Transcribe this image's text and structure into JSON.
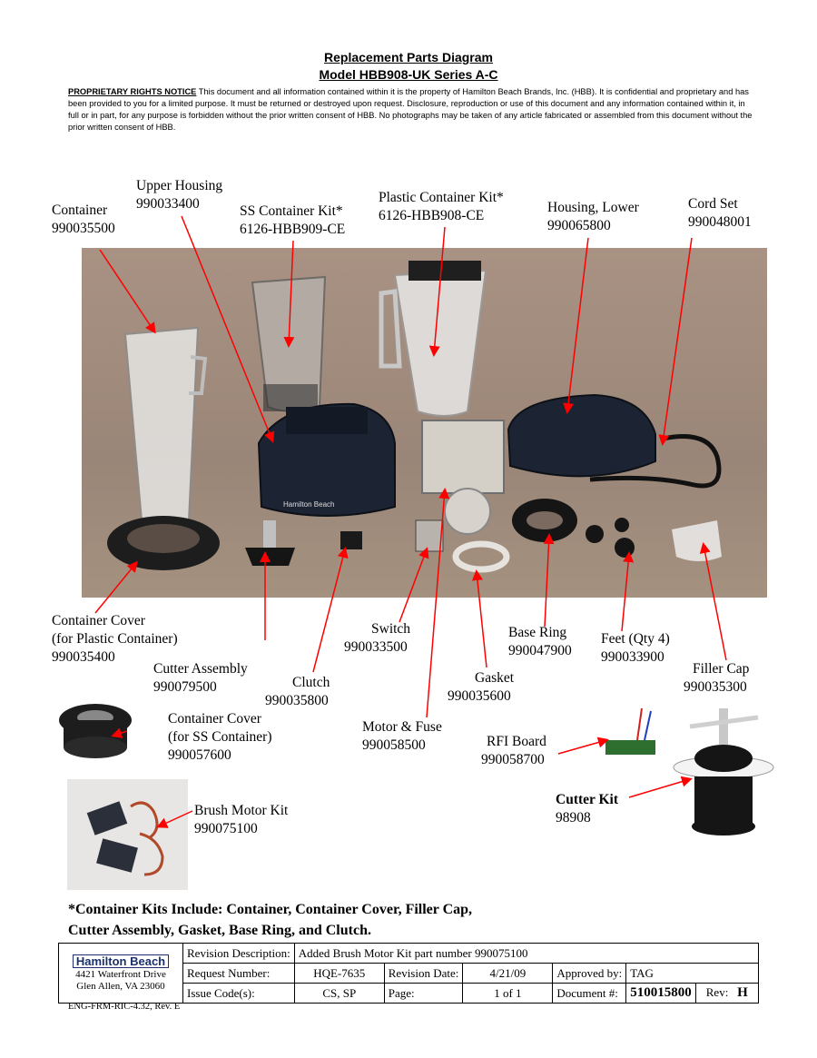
{
  "header": {
    "title1": "Replacement Parts Diagram",
    "title2": "Model HBB908-UK Series A-C",
    "notice_head": "PROPRIETARY RIGHTS NOTICE",
    "notice_body": "  This document and all information contained within it is the property of Hamilton Beach Brands, Inc. (HBB).  It is confidential and proprietary and has been provided to you for a limited purpose.  It must be returned or destroyed upon request.  Disclosure, reproduction or use of this document and any information contained within it, in full or in part, for any purpose is forbidden without the prior written consent of HBB.  No photographs may be taken of any article fabricated or assembled from this document without the prior written consent of HBB."
  },
  "parts": {
    "container": {
      "name": "Container",
      "num": "990035500"
    },
    "upper_housing": {
      "name": "Upper Housing",
      "num": "990033400"
    },
    "ss_kit": {
      "name": "SS Container Kit*",
      "num": "6126-HBB909-CE"
    },
    "plastic_kit": {
      "name": "Plastic Container Kit*",
      "num": "6126-HBB908-CE"
    },
    "lower_housing": {
      "name": "Housing, Lower",
      "num": "990065800"
    },
    "cord_set": {
      "name": "Cord Set",
      "num": "990048001"
    },
    "cover_plastic": {
      "name1": "Container Cover",
      "name2": "(for Plastic Container)",
      "num": "990035400"
    },
    "cutter_assembly": {
      "name": "Cutter Assembly",
      "num": "990079500"
    },
    "clutch": {
      "name": "Clutch",
      "num": "990035800"
    },
    "switch": {
      "name": "Switch",
      "num": "990033500"
    },
    "base_ring": {
      "name": "Base Ring",
      "num": "990047900"
    },
    "feet": {
      "name": "Feet (Qty 4)",
      "num": "990033900"
    },
    "filler_cap": {
      "name": "Filler Cap",
      "num": "990035300"
    },
    "gasket": {
      "name": "Gasket",
      "num": "990035600"
    },
    "cover_ss": {
      "name1": "Container Cover",
      "name2": "(for SS Container)",
      "num": "990057600"
    },
    "motor_fuse": {
      "name": "Motor & Fuse",
      "num": "990058500"
    },
    "rfi_board": {
      "name": "RFI Board",
      "num": "990058700"
    },
    "cutter_kit": {
      "name": "Cutter Kit",
      "num": "98908"
    },
    "brush_motor_kit": {
      "name": "Brush Motor Kit",
      "num": "990075100"
    }
  },
  "photo": {
    "base_brand": "Hamilton Beach"
  },
  "footnote": {
    "line1": "*Container Kits Include: Container, Container Cover, Filler Cap,",
    "line2": "Cutter Assembly, Gasket, Base Ring, and Clutch."
  },
  "title_block": {
    "logo": "Hamilton Beach",
    "address1": "4421 Waterfront Drive",
    "address2": "Glen Allen, VA  23060",
    "rev_desc_label": "Revision Description:",
    "rev_desc_value": "Added Brush Motor Kit part number 990075100",
    "req_label": "Request Number:",
    "req_value": "HQE-7635",
    "rev_date_label": "Revision Date:",
    "rev_date_value": "4/21/09",
    "approved_label": "Approved by:",
    "approved_value": "TAG",
    "issue_label": "Issue Code(s):",
    "issue_value": "CS, SP",
    "page_label": "Page:",
    "page_value": "1 of 1",
    "doc_label": "Document #:",
    "doc_value": "510015800",
    "rev_label": "Rev:",
    "rev_value": "H"
  },
  "form_id": "ENG-FRM-RIC-4.32, Rev. E",
  "colors": {
    "leader": "#ff0000",
    "photo_bg": "#a08c7d",
    "base_unit": "#1c2433",
    "logo": "#1a2f6b"
  }
}
